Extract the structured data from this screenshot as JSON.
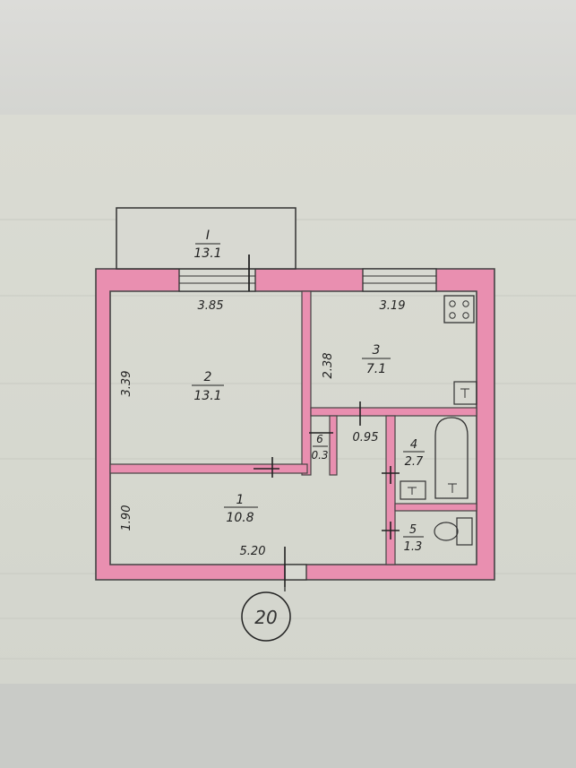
{
  "plan": {
    "balcony": {
      "number": "I",
      "area": "13.1"
    },
    "room2": {
      "number": "2",
      "area": "13.1",
      "width": "3.85",
      "depth": "3.39"
    },
    "room3": {
      "number": "3",
      "area": "7.1",
      "width": "3.19",
      "depth": "2.38"
    },
    "room1": {
      "number": "1",
      "area": "10.8",
      "width": "5.20",
      "depth": "1.90"
    },
    "room4": {
      "number": "4",
      "area": "2.7"
    },
    "room5": {
      "number": "5",
      "area": "1.3"
    },
    "room6": {
      "number": "6",
      "area": "0.3"
    },
    "corridor_width": "0.95",
    "stamp_number": "20"
  }
}
